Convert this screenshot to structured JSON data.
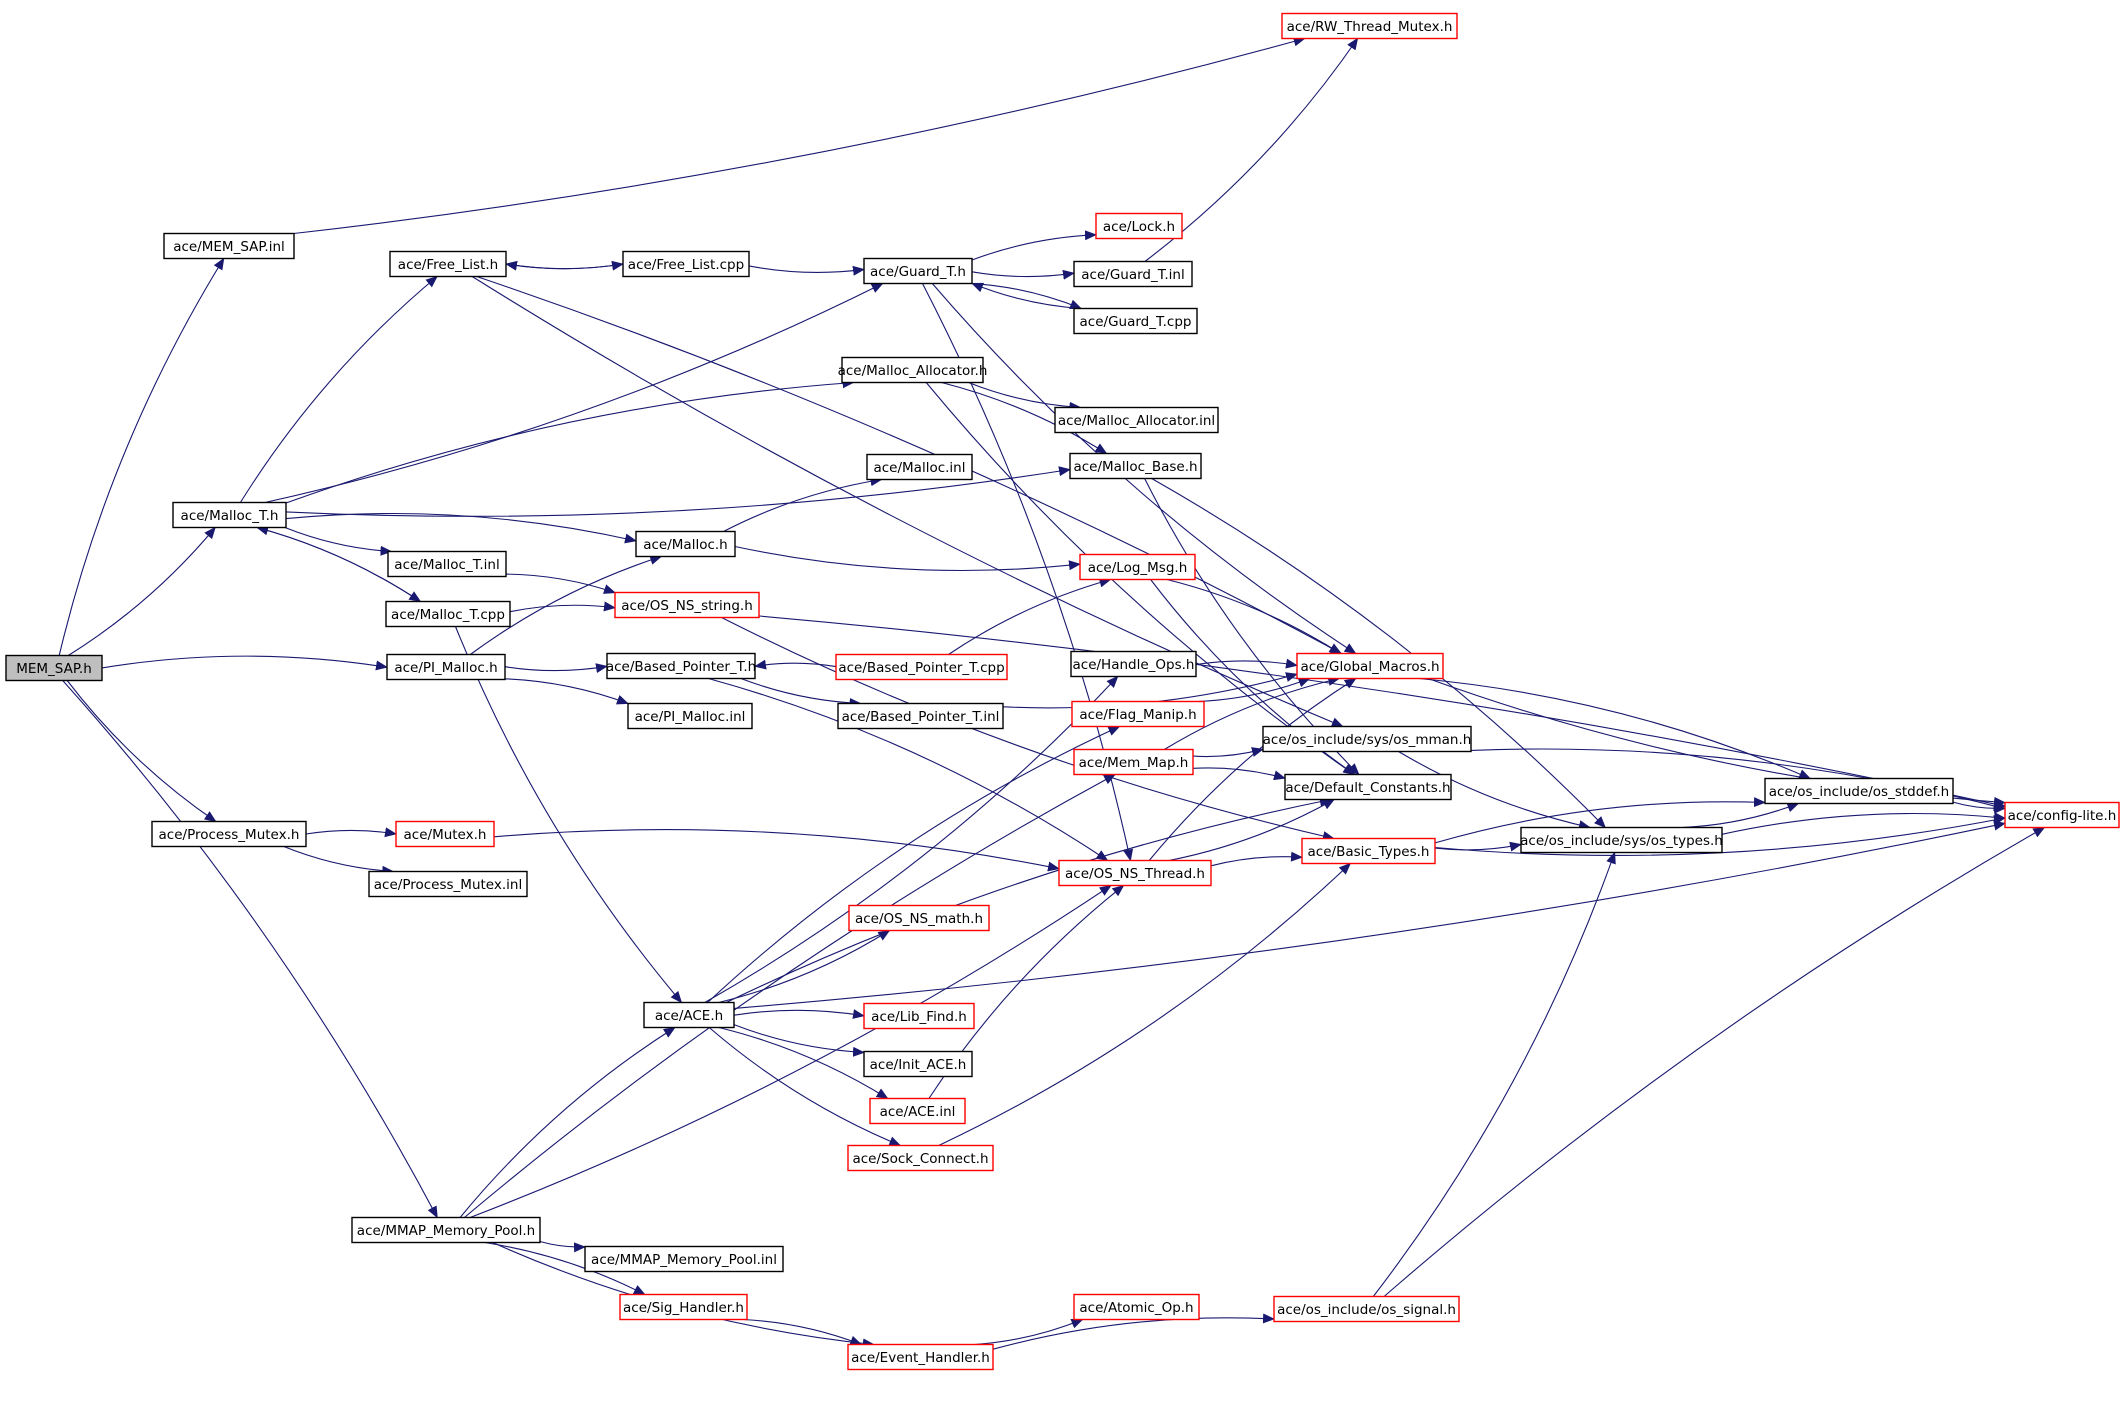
{
  "graph": {
    "nodes": [
      {
        "id": "mem_sap_h",
        "label": "MEM_SAP.h",
        "style": "root"
      },
      {
        "id": "mem_sap_inl",
        "label": "ace/MEM_SAP.inl",
        "style": "black"
      },
      {
        "id": "rw_thread_mutex_h",
        "label": "ace/RW_Thread_Mutex.h",
        "style": "red"
      },
      {
        "id": "free_list_h",
        "label": "ace/Free_List.h",
        "style": "black"
      },
      {
        "id": "free_list_cpp",
        "label": "ace/Free_List.cpp",
        "style": "black"
      },
      {
        "id": "guard_t_h",
        "label": "ace/Guard_T.h",
        "style": "black"
      },
      {
        "id": "lock_h",
        "label": "ace/Lock.h",
        "style": "red"
      },
      {
        "id": "guard_t_inl",
        "label": "ace/Guard_T.inl",
        "style": "black"
      },
      {
        "id": "guard_t_cpp",
        "label": "ace/Guard_T.cpp",
        "style": "black"
      },
      {
        "id": "malloc_allocator_h",
        "label": "ace/Malloc_Allocator.h",
        "style": "black"
      },
      {
        "id": "malloc_allocator_inl",
        "label": "ace/Malloc_Allocator.inl",
        "style": "black"
      },
      {
        "id": "malloc_base_h",
        "label": "ace/Malloc_Base.h",
        "style": "black"
      },
      {
        "id": "malloc_inl",
        "label": "ace/Malloc.inl",
        "style": "black"
      },
      {
        "id": "malloc_t_h",
        "label": "ace/Malloc_T.h",
        "style": "black"
      },
      {
        "id": "malloc_h",
        "label": "ace/Malloc.h",
        "style": "black"
      },
      {
        "id": "malloc_t_inl",
        "label": "ace/Malloc_T.inl",
        "style": "black"
      },
      {
        "id": "log_msg_h",
        "label": "ace/Log_Msg.h",
        "style": "red"
      },
      {
        "id": "os_ns_string_h",
        "label": "ace/OS_NS_string.h",
        "style": "red"
      },
      {
        "id": "malloc_t_cpp",
        "label": "ace/Malloc_T.cpp",
        "style": "black"
      },
      {
        "id": "pi_malloc_h",
        "label": "ace/PI_Malloc.h",
        "style": "black"
      },
      {
        "id": "based_pointer_t_h",
        "label": "ace/Based_Pointer_T.h",
        "style": "black"
      },
      {
        "id": "based_pointer_t_cpp",
        "label": "ace/Based_Pointer_T.cpp",
        "style": "red"
      },
      {
        "id": "handle_ops_h",
        "label": "ace/Handle_Ops.h",
        "style": "black"
      },
      {
        "id": "global_macros_h",
        "label": "ace/Global_Macros.h",
        "style": "red"
      },
      {
        "id": "pi_malloc_inl",
        "label": "ace/PI_Malloc.inl",
        "style": "black"
      },
      {
        "id": "based_pointer_t_inl",
        "label": "ace/Based_Pointer_T.inl",
        "style": "black"
      },
      {
        "id": "flag_manip_h",
        "label": "ace/Flag_Manip.h",
        "style": "red"
      },
      {
        "id": "os_mman_h",
        "label": "ace/os_include/sys/os_mman.h",
        "style": "black"
      },
      {
        "id": "mem_map_h",
        "label": "ace/Mem_Map.h",
        "style": "red"
      },
      {
        "id": "default_constants_h",
        "label": "ace/Default_Constants.h",
        "style": "black"
      },
      {
        "id": "os_stddef_h",
        "label": "ace/os_include/os_stddef.h",
        "style": "black"
      },
      {
        "id": "config_lite_h",
        "label": "ace/config-lite.h",
        "style": "red"
      },
      {
        "id": "process_mutex_h",
        "label": "ace/Process_Mutex.h",
        "style": "black"
      },
      {
        "id": "mutex_h",
        "label": "ace/Mutex.h",
        "style": "red"
      },
      {
        "id": "os_types_h",
        "label": "ace/os_include/sys/os_types.h",
        "style": "black"
      },
      {
        "id": "process_mutex_inl",
        "label": "ace/Process_Mutex.inl",
        "style": "black"
      },
      {
        "id": "basic_types_h",
        "label": "ace/Basic_Types.h",
        "style": "red"
      },
      {
        "id": "os_ns_thread_h",
        "label": "ace/OS_NS_Thread.h",
        "style": "red"
      },
      {
        "id": "os_ns_math_h",
        "label": "ace/OS_NS_math.h",
        "style": "red"
      },
      {
        "id": "ace_h",
        "label": "ace/ACE.h",
        "style": "black"
      },
      {
        "id": "lib_find_h",
        "label": "ace/Lib_Find.h",
        "style": "red"
      },
      {
        "id": "init_ace_h",
        "label": "ace/Init_ACE.h",
        "style": "black"
      },
      {
        "id": "ace_inl",
        "label": "ace/ACE.inl",
        "style": "red"
      },
      {
        "id": "sock_connect_h",
        "label": "ace/Sock_Connect.h",
        "style": "red"
      },
      {
        "id": "mmap_memory_pool_h",
        "label": "ace/MMAP_Memory_Pool.h",
        "style": "black"
      },
      {
        "id": "mmap_memory_pool_inl",
        "label": "ace/MMAP_Memory_Pool.inl",
        "style": "black"
      },
      {
        "id": "sig_handler_h",
        "label": "ace/Sig_Handler.h",
        "style": "red"
      },
      {
        "id": "atomic_op_h",
        "label": "ace/Atomic_Op.h",
        "style": "red"
      },
      {
        "id": "os_signal_h",
        "label": "ace/os_include/os_signal.h",
        "style": "red"
      },
      {
        "id": "event_handler_h",
        "label": "ace/Event_Handler.h",
        "style": "red"
      }
    ],
    "edges": [
      [
        "mem_sap_h",
        "mem_sap_inl"
      ],
      [
        "mem_sap_h",
        "malloc_t_h"
      ],
      [
        "mem_sap_h",
        "pi_malloc_h"
      ],
      [
        "mem_sap_h",
        "process_mutex_h"
      ],
      [
        "mem_sap_h",
        "mmap_memory_pool_h"
      ],
      [
        "mem_sap_inl",
        "rw_thread_mutex_h"
      ],
      [
        "malloc_t_h",
        "free_list_h"
      ],
      [
        "malloc_t_h",
        "guard_t_h"
      ],
      [
        "malloc_t_h",
        "malloc_allocator_h"
      ],
      [
        "malloc_t_h",
        "malloc_base_h"
      ],
      [
        "malloc_t_h",
        "malloc_h"
      ],
      [
        "malloc_t_h",
        "malloc_t_inl"
      ],
      [
        "malloc_t_h",
        "malloc_t_cpp"
      ],
      [
        "free_list_h",
        "free_list_cpp"
      ],
      [
        "free_list_h",
        "global_macros_h"
      ],
      [
        "free_list_h",
        "os_mman_h"
      ],
      [
        "free_list_cpp",
        "free_list_h"
      ],
      [
        "free_list_cpp",
        "guard_t_h"
      ],
      [
        "guard_t_h",
        "lock_h"
      ],
      [
        "guard_t_h",
        "guard_t_inl"
      ],
      [
        "guard_t_h",
        "guard_t_cpp"
      ],
      [
        "guard_t_h",
        "global_macros_h"
      ],
      [
        "guard_t_h",
        "os_ns_thread_h"
      ],
      [
        "guard_t_inl",
        "rw_thread_mutex_h"
      ],
      [
        "guard_t_cpp",
        "guard_t_h"
      ],
      [
        "malloc_allocator_h",
        "malloc_allocator_inl"
      ],
      [
        "malloc_allocator_h",
        "malloc_base_h"
      ],
      [
        "malloc_allocator_h",
        "default_constants_h"
      ],
      [
        "malloc_base_h",
        "os_types_h"
      ],
      [
        "malloc_base_h",
        "default_constants_h"
      ],
      [
        "malloc_h",
        "malloc_inl"
      ],
      [
        "malloc_h",
        "log_msg_h"
      ],
      [
        "malloc_t_inl",
        "os_ns_string_h"
      ],
      [
        "malloc_t_cpp",
        "malloc_t_h"
      ],
      [
        "malloc_t_cpp",
        "os_ns_string_h"
      ],
      [
        "malloc_t_cpp",
        "ace_h"
      ],
      [
        "log_msg_h",
        "global_macros_h"
      ],
      [
        "log_msg_h",
        "default_constants_h"
      ],
      [
        "os_ns_string_h",
        "config_lite_h"
      ],
      [
        "os_ns_string_h",
        "basic_types_h"
      ],
      [
        "pi_malloc_h",
        "malloc_h"
      ],
      [
        "pi_malloc_h",
        "based_pointer_t_h"
      ],
      [
        "pi_malloc_h",
        "pi_malloc_inl"
      ],
      [
        "based_pointer_t_h",
        "based_pointer_t_inl"
      ],
      [
        "based_pointer_t_h",
        "os_ns_thread_h"
      ],
      [
        "based_pointer_t_cpp",
        "based_pointer_t_h"
      ],
      [
        "based_pointer_t_cpp",
        "log_msg_h"
      ],
      [
        "based_pointer_t_inl",
        "global_macros_h"
      ],
      [
        "handle_ops_h",
        "global_macros_h"
      ],
      [
        "flag_manip_h",
        "global_macros_h"
      ],
      [
        "global_macros_h",
        "os_stddef_h"
      ],
      [
        "global_macros_h",
        "config_lite_h"
      ],
      [
        "mem_map_h",
        "global_macros_h"
      ],
      [
        "mem_map_h",
        "os_mman_h"
      ],
      [
        "mem_map_h",
        "default_constants_h"
      ],
      [
        "os_mman_h",
        "os_types_h"
      ],
      [
        "os_mman_h",
        "config_lite_h"
      ],
      [
        "os_types_h",
        "os_stddef_h"
      ],
      [
        "os_types_h",
        "config_lite_h"
      ],
      [
        "os_stddef_h",
        "config_lite_h"
      ],
      [
        "process_mutex_h",
        "mutex_h"
      ],
      [
        "process_mutex_h",
        "process_mutex_inl"
      ],
      [
        "mutex_h",
        "os_ns_thread_h"
      ],
      [
        "basic_types_h",
        "os_types_h"
      ],
      [
        "basic_types_h",
        "os_stddef_h"
      ],
      [
        "basic_types_h",
        "config_lite_h"
      ],
      [
        "os_ns_thread_h",
        "basic_types_h"
      ],
      [
        "os_ns_thread_h",
        "default_constants_h"
      ],
      [
        "os_ns_thread_h",
        "global_macros_h"
      ],
      [
        "ace_h",
        "handle_ops_h"
      ],
      [
        "ace_h",
        "flag_manip_h"
      ],
      [
        "ace_h",
        "os_ns_math_h"
      ],
      [
        "ace_h",
        "lib_find_h"
      ],
      [
        "ace_h",
        "init_ace_h"
      ],
      [
        "ace_h",
        "ace_inl"
      ],
      [
        "ace_h",
        "sock_connect_h"
      ],
      [
        "ace_h",
        "default_constants_h"
      ],
      [
        "ace_h",
        "config_lite_h"
      ],
      [
        "ace_inl",
        "os_ns_thread_h"
      ],
      [
        "sock_connect_h",
        "basic_types_h"
      ],
      [
        "mmap_memory_pool_h",
        "ace_h"
      ],
      [
        "mmap_memory_pool_h",
        "mmap_memory_pool_inl"
      ],
      [
        "mmap_memory_pool_h",
        "sig_handler_h"
      ],
      [
        "mmap_memory_pool_h",
        "event_handler_h"
      ],
      [
        "mmap_memory_pool_h",
        "mem_map_h"
      ],
      [
        "mmap_memory_pool_h",
        "os_ns_thread_h"
      ],
      [
        "sig_handler_h",
        "event_handler_h"
      ],
      [
        "event_handler_h",
        "atomic_op_h"
      ],
      [
        "event_handler_h",
        "os_signal_h"
      ],
      [
        "os_signal_h",
        "os_types_h"
      ],
      [
        "os_signal_h",
        "config_lite_h"
      ]
    ]
  },
  "colors": {
    "edge": "#191970",
    "root_fill": "#bfbfbf",
    "black_border": "#000000",
    "red_border": "#ff0000",
    "node_fill": "#ffffff"
  }
}
